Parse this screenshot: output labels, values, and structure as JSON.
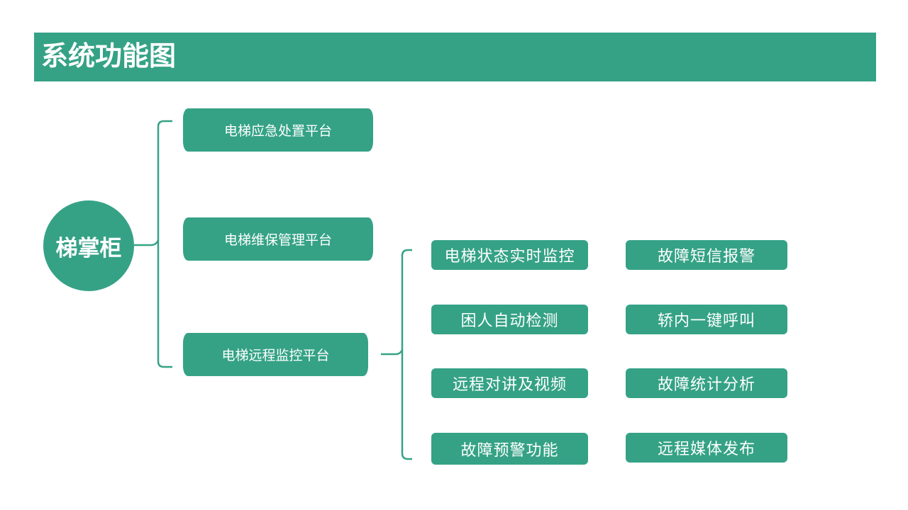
{
  "title": "系统功能图",
  "root": "梯掌柜",
  "platforms": [
    "电梯应急处置平台",
    "电梯维保管理平台",
    "电梯远程监控平台"
  ],
  "features": [
    [
      "电梯状态实时监控",
      "故障短信报警"
    ],
    [
      "困人自动检测",
      "轿内一键呼叫"
    ],
    [
      "远程对讲及视频",
      "故障统计分析"
    ],
    [
      "故障预警功能",
      "远程媒体发布"
    ]
  ],
  "colors": {
    "accent": "#35a286",
    "text": "#ffffff",
    "background": "#ffffff"
  }
}
